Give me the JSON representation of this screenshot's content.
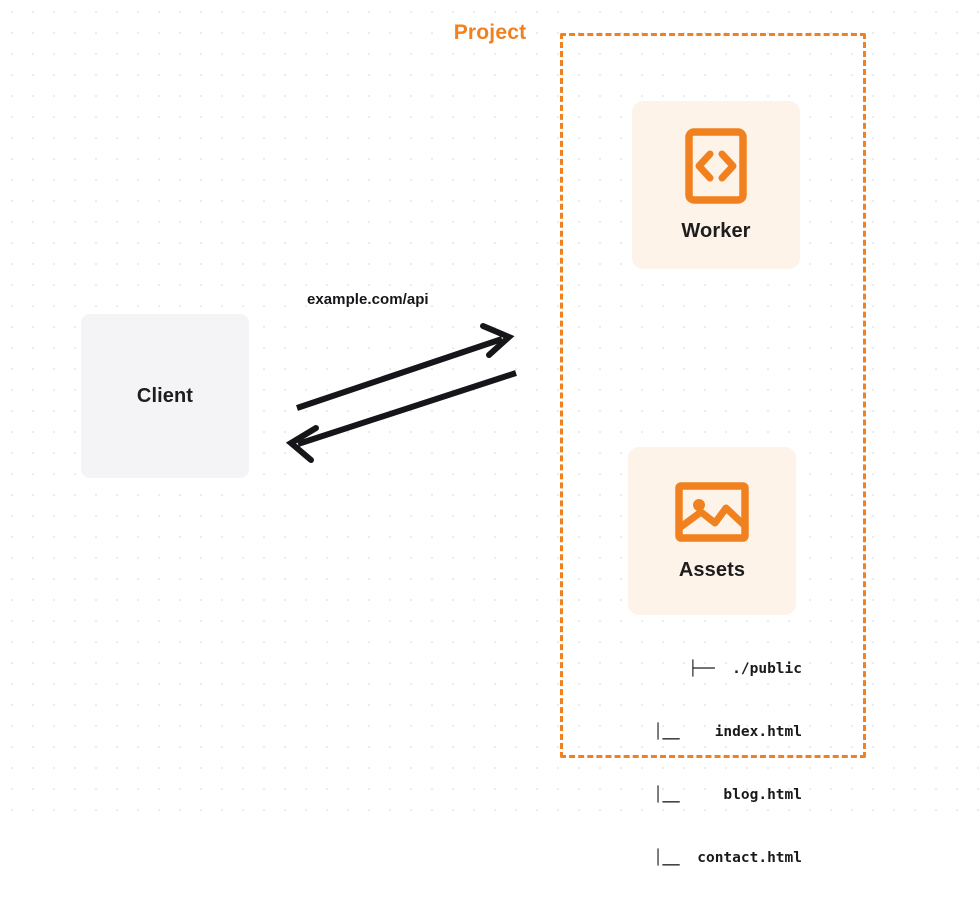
{
  "diagram": {
    "title": "Project",
    "background": "dot-grid",
    "accent_color": "#f1811f",
    "card_background": "#fdf3e8",
    "client_background": "#f4f4f6",
    "text_color": "#1d1d1f"
  },
  "client": {
    "label": "Client",
    "icon": "client-box"
  },
  "connection": {
    "label": "example.com/api",
    "request_direction": "client-to-project",
    "response_direction": "project-to-client",
    "arrow_color": "#16161a"
  },
  "project": {
    "label": "Project",
    "border_style": "dashed",
    "border_color": "#f1811f",
    "services": [
      {
        "label": "Worker",
        "icon": "code-brackets-icon",
        "icon_color": "#f1811f"
      },
      {
        "label": "Assets",
        "icon": "image-icon",
        "icon_color": "#f1811f"
      }
    ]
  },
  "file_tree": {
    "rows": [
      "├──  ./public",
      "│__    index.html",
      "│__     blog.html",
      "│__  contact.html"
    ]
  }
}
